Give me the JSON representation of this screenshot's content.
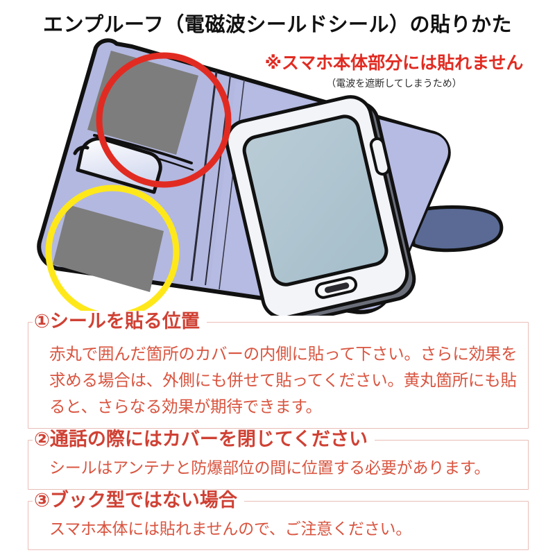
{
  "header": {
    "title": "エンプルーフ（電磁波シールドシール）の貼りかた"
  },
  "warning": {
    "main": "※スマホ本体部分には貼れません",
    "sub": "（電波を遮断してしまうため）"
  },
  "illustration": {
    "description": "手帳型（ブック型）スマホケースを開いた状態のイラスト",
    "annotations": [
      {
        "marker": "red-circle",
        "color": "#e12b22",
        "target": "カバー内側の上部（貼付推奨位置）"
      },
      {
        "marker": "yellow-circle",
        "color": "#ffe81a",
        "target": "カバー内側の下部（追加効果の貼付位置）"
      }
    ],
    "parts": [
      "case-body",
      "card-slot-pocket",
      "shield-sticker-patch-upper",
      "shield-sticker-patch-lower",
      "smartphone",
      "case-strap"
    ]
  },
  "sections": [
    {
      "number": "①",
      "heading": "①シールを貼る位置",
      "body": "赤丸で囲んだ箇所のカバーの内側に貼って下さい。さらに効果を求める場合は、外側にも併せて貼ってください。黄丸箇所にも貼ると、さらなる効果が期待できます。"
    },
    {
      "number": "②",
      "heading": "②通話の際にはカバーを閉じてください",
      "body": "シールはアンテナと防爆部位の間に位置する必要があります。"
    },
    {
      "number": "③",
      "heading": "③ブック型ではない場合",
      "body": "スマホ本体には貼れませんので、ご注意ください。"
    }
  ],
  "colors": {
    "title_text": "#111111",
    "warning_red": "#e12b22",
    "warning_sub": "#2a2a2a",
    "heading_red": "#cf4134",
    "body_red": "#d9543f",
    "frame_border": "#e9bdb6",
    "case_lavender": "#b3b8e0",
    "sticker_gray": "#7d7d7d",
    "strap_blue": "#5a6a95",
    "screen_blue": "#b0c5d1",
    "highlight_red": "#e12b22",
    "highlight_yellow": "#ffe81a",
    "background": "#ffffff"
  }
}
